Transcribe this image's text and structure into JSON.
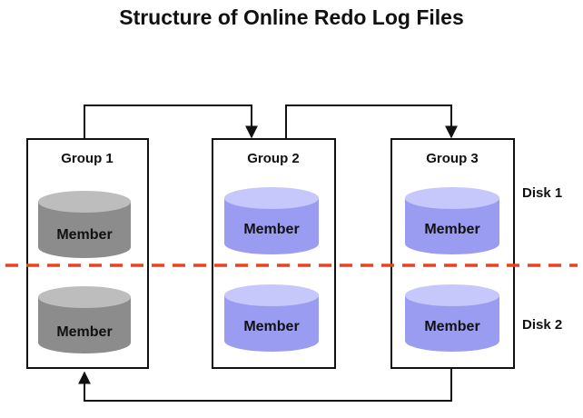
{
  "title": "Structure of Online Redo Log Files",
  "groups": [
    {
      "label": "Group 1",
      "disk1_member": "Member",
      "disk2_member": "Member"
    },
    {
      "label": "Group 2",
      "disk1_member": "Member",
      "disk2_member": "Member"
    },
    {
      "label": "Group 3",
      "disk1_member": "Member",
      "disk2_member": "Member"
    }
  ],
  "disks": [
    {
      "label": "Disk 1"
    },
    {
      "label": "Disk 2"
    }
  ],
  "colors": {
    "inactive_member_fill": "#8c8c8c",
    "inactive_member_top": "#bdbdbd",
    "active_member_fill": "#9a9cf2",
    "active_member_top": "#c6c8fb",
    "divider": "#e8421f",
    "stroke": "#111111"
  }
}
